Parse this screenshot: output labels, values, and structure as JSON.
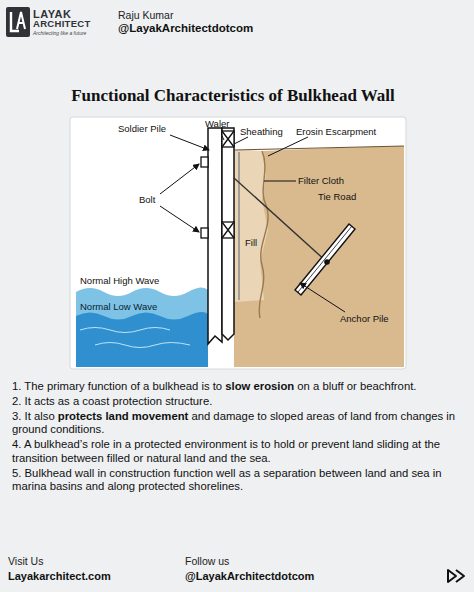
{
  "diagram": {
    "title": "Functional Characteristics of Bulkhead Wall",
    "labels": [
      "LAYAK",
      "ARCHITECT",
      "Architecting like a future",
      "Raju Kumar",
      "@LayakArchitectdotcom",
      "Soldier Pile",
      "Waler",
      "Sheathing",
      "Erosin Escarpment",
      "Bolt",
      "Filter Cloth",
      "Tie Road",
      "Fill",
      "Normal High Wave",
      "Normal Low Wave",
      "Anchor Pile",
      "1. The primary function of a bulkhead is to",
      "slow erosion",
      "on a bluff or beachfront.",
      "2. It acts as a coast protection structure.",
      "3. It also",
      "protects land movement",
      "and damage to sloped areas of land from changes in ground conditions.",
      "4. A bulkhead’s role in a protected environment is to hold or prevent land sliding at the transition between filled or natural land and the sea.",
      "5. Bulkhead wall in construction function well as a separation between land and sea in marina basins and along protected shorelines.",
      "Visit Us",
      "Layakarchitect.com",
      "Follow us",
      "@LayakArchitectdotcom"
    ]
  }
}
